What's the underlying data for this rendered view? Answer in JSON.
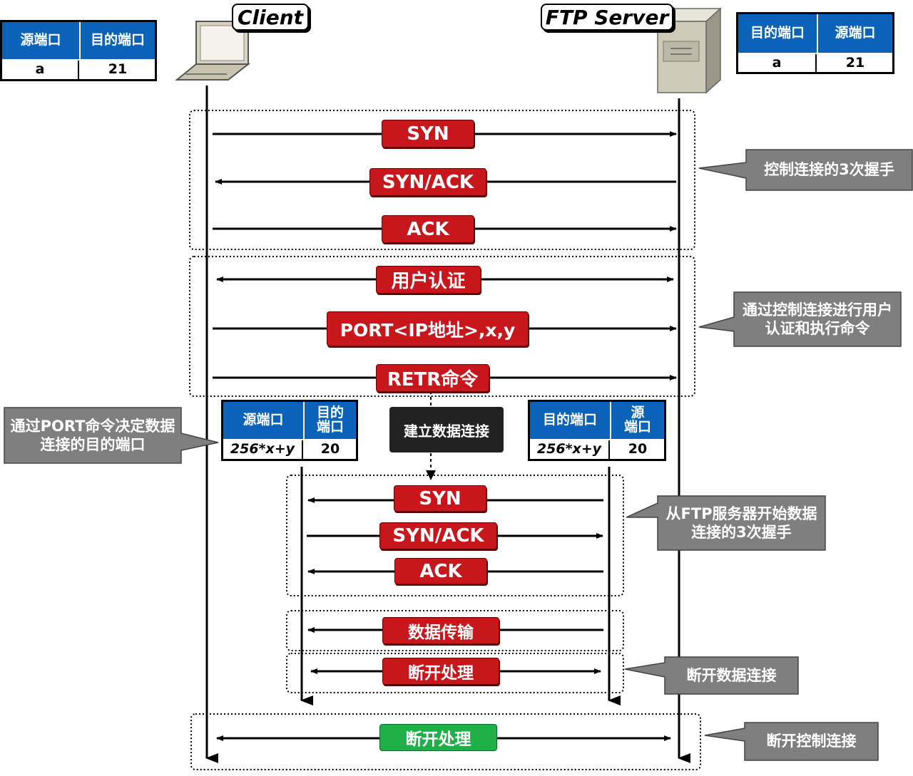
{
  "headers": {
    "client_title": "Client",
    "server_title": "FTP Server"
  },
  "client_ports": {
    "src_header": "源端口",
    "dst_header": "目的端口",
    "src_value": "a",
    "dst_value": "21"
  },
  "server_ports": {
    "dst_header": "目的端口",
    "src_header": "源端口",
    "dst_value": "a",
    "src_value": "21"
  },
  "data_client_ports": {
    "src_header": "源端口",
    "dst_header": "目的\n端口",
    "src_value": "256*x+y",
    "dst_value": "20"
  },
  "data_server_ports": {
    "dst_header": "目的端口",
    "src_header": "源\n端口",
    "dst_value": "256*x+y",
    "src_value": "20"
  },
  "control_messages": {
    "syn": "SYN",
    "synack": "SYN/ACK",
    "ack": "ACK",
    "auth": "用户认证",
    "port": "PORT<IP地址>,x,y",
    "retr": "RETR命令"
  },
  "data_messages": {
    "syn": "SYN",
    "synack": "SYN/ACK",
    "ack": "ACK",
    "transfer": "数据传输",
    "close": "断开处理"
  },
  "final": {
    "close": "断开处理"
  },
  "establish_label": "建立数据连接",
  "callouts": {
    "control_handshake": "控制连接的3次握手",
    "auth_commands": "通过控制连接进行用户认证和执行命令",
    "port_decides": "通过PORT命令决定数据连接的目的端口",
    "server_starts": "从FTP服务器开始数据连接的3次握手",
    "close_data": "断开数据连接",
    "close_control": "断开控制连接"
  },
  "colors": {
    "message_red": "#c8161d",
    "close_green": "#20b04a",
    "header_blue": "#0a63b8",
    "callout_gray": "#7f7f7f"
  }
}
